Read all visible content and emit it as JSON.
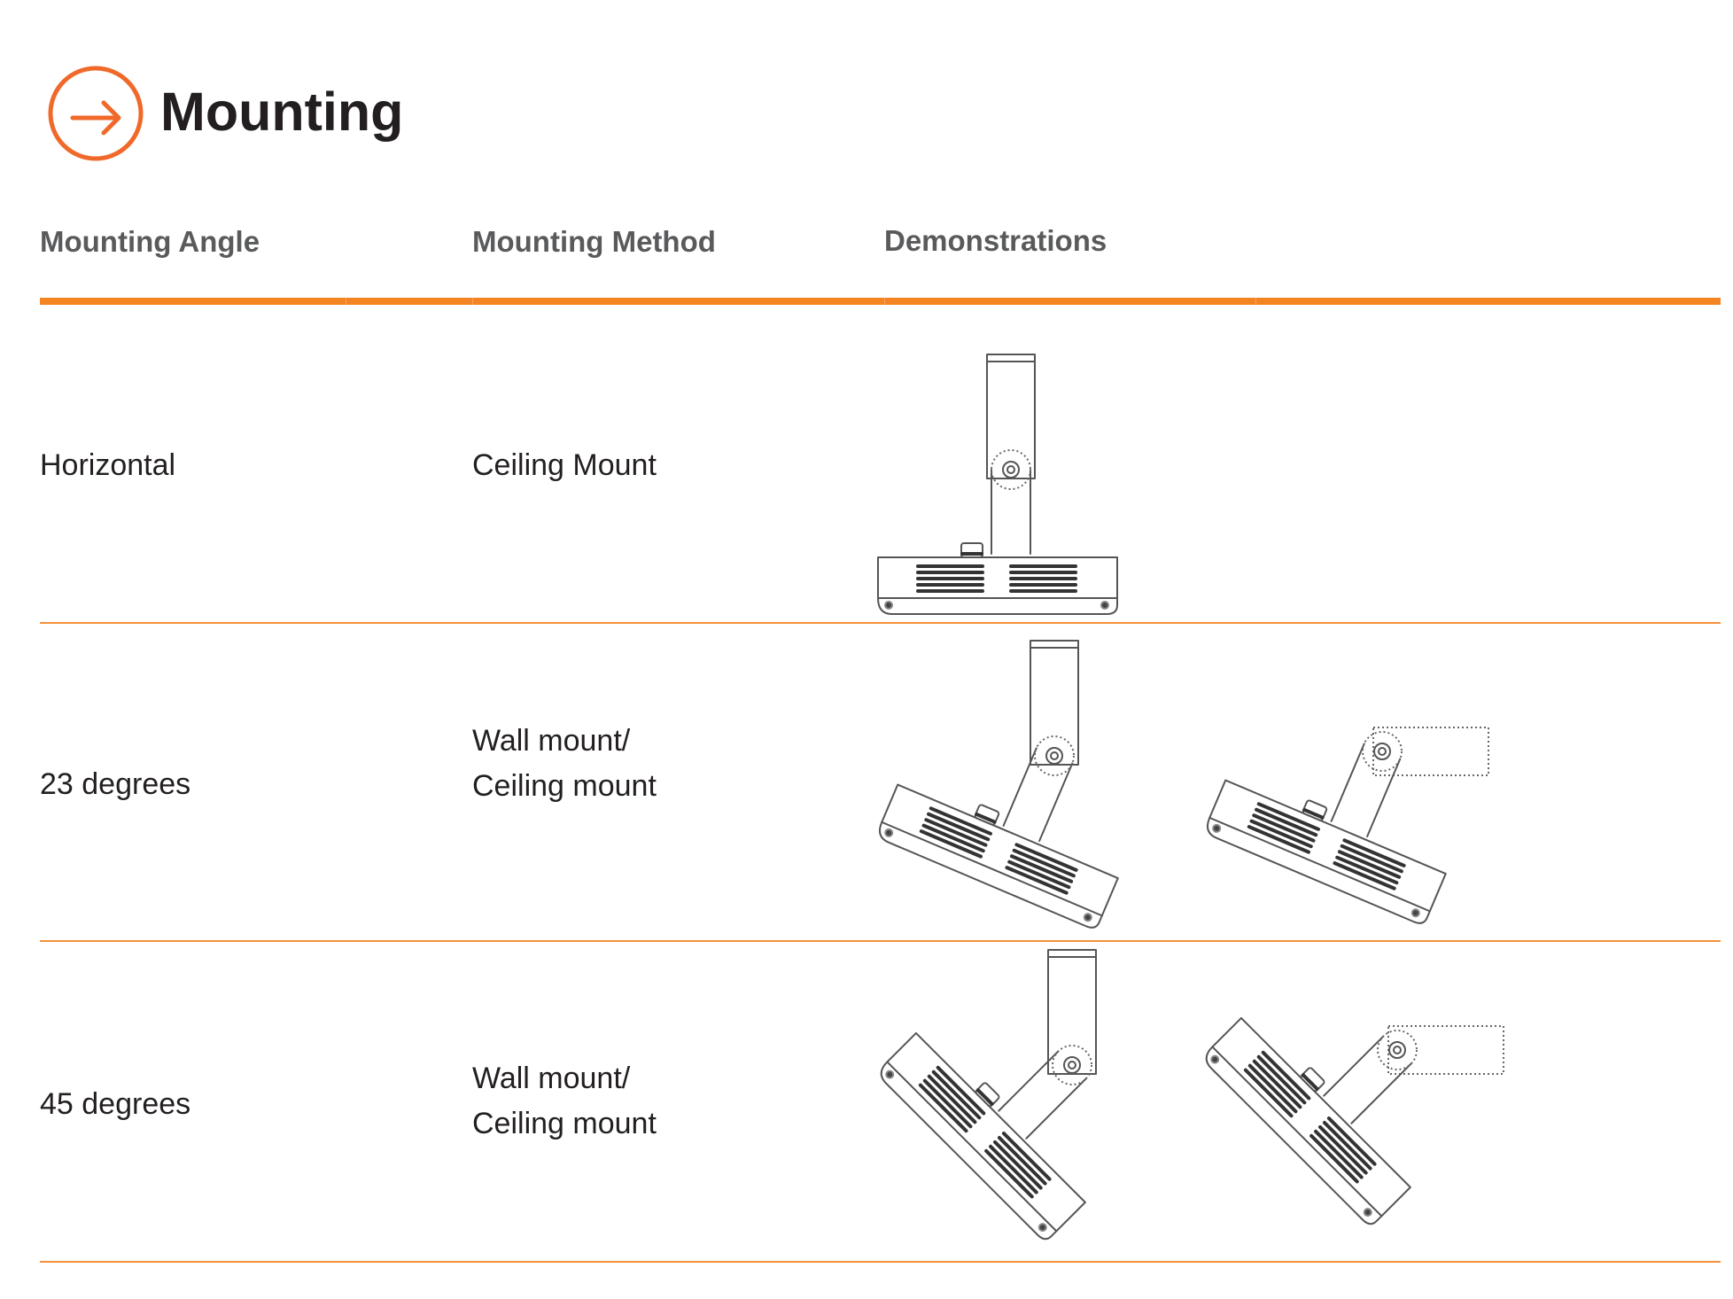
{
  "header": {
    "title": "Mounting",
    "icon": "arrow-right-circle-icon",
    "accent_color": "#f0692a"
  },
  "table": {
    "rule_color": "#f48322",
    "columns": [
      {
        "key": "angle",
        "label": "Mounting Angle"
      },
      {
        "key": "method",
        "label": "Mounting Method"
      },
      {
        "key": "demo",
        "label": "Demonstrations"
      }
    ],
    "rows": [
      {
        "angle": "Horizontal",
        "method_lines": [
          "Ceiling Mount"
        ],
        "demonstrations": [
          {
            "name": "horizontal-ceiling-mount-illustration",
            "body_tilt_degrees": 0,
            "bracket": "up"
          }
        ]
      },
      {
        "angle": "23 degrees",
        "method_lines": [
          "Wall mount/",
          "Ceiling mount"
        ],
        "demonstrations": [
          {
            "name": "23-degree-ceiling-mount-illustration",
            "body_tilt_degrees": 23,
            "bracket": "up"
          },
          {
            "name": "23-degree-wall-mount-illustration",
            "body_tilt_degrees": 23,
            "bracket": "right"
          }
        ]
      },
      {
        "angle": "45 degrees",
        "method_lines": [
          "Wall mount/",
          "Ceiling mount"
        ],
        "demonstrations": [
          {
            "name": "45-degree-ceiling-mount-illustration",
            "body_tilt_degrees": 45,
            "bracket": "up"
          },
          {
            "name": "45-degree-wall-mount-illustration",
            "body_tilt_degrees": 45,
            "bracket": "right"
          }
        ]
      }
    ]
  }
}
